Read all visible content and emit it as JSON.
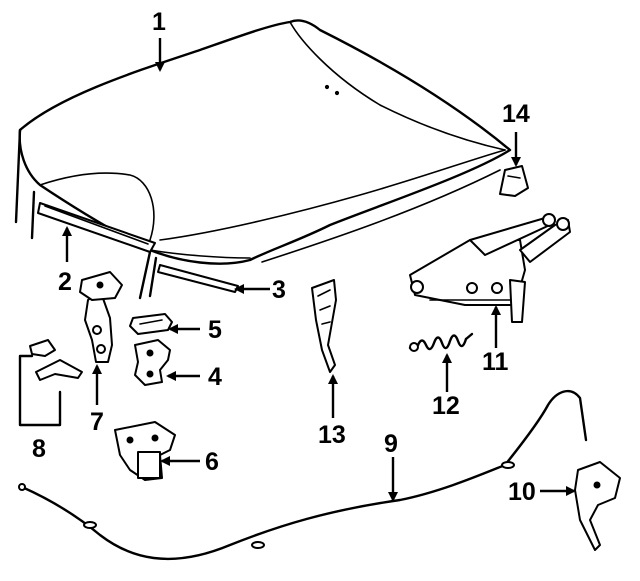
{
  "callouts": [
    {
      "id": "1",
      "label": "1"
    },
    {
      "id": "2",
      "label": "2"
    },
    {
      "id": "3",
      "label": "3"
    },
    {
      "id": "4",
      "label": "4"
    },
    {
      "id": "5",
      "label": "5"
    },
    {
      "id": "6",
      "label": "6"
    },
    {
      "id": "7",
      "label": "7"
    },
    {
      "id": "8",
      "label": "8"
    },
    {
      "id": "9",
      "label": "9"
    },
    {
      "id": "10",
      "label": "10"
    },
    {
      "id": "11",
      "label": "11"
    },
    {
      "id": "12",
      "label": "12"
    },
    {
      "id": "13",
      "label": "13"
    },
    {
      "id": "14",
      "label": "14"
    }
  ],
  "colors": {
    "ink": "#000000",
    "background": "#ffffff"
  }
}
